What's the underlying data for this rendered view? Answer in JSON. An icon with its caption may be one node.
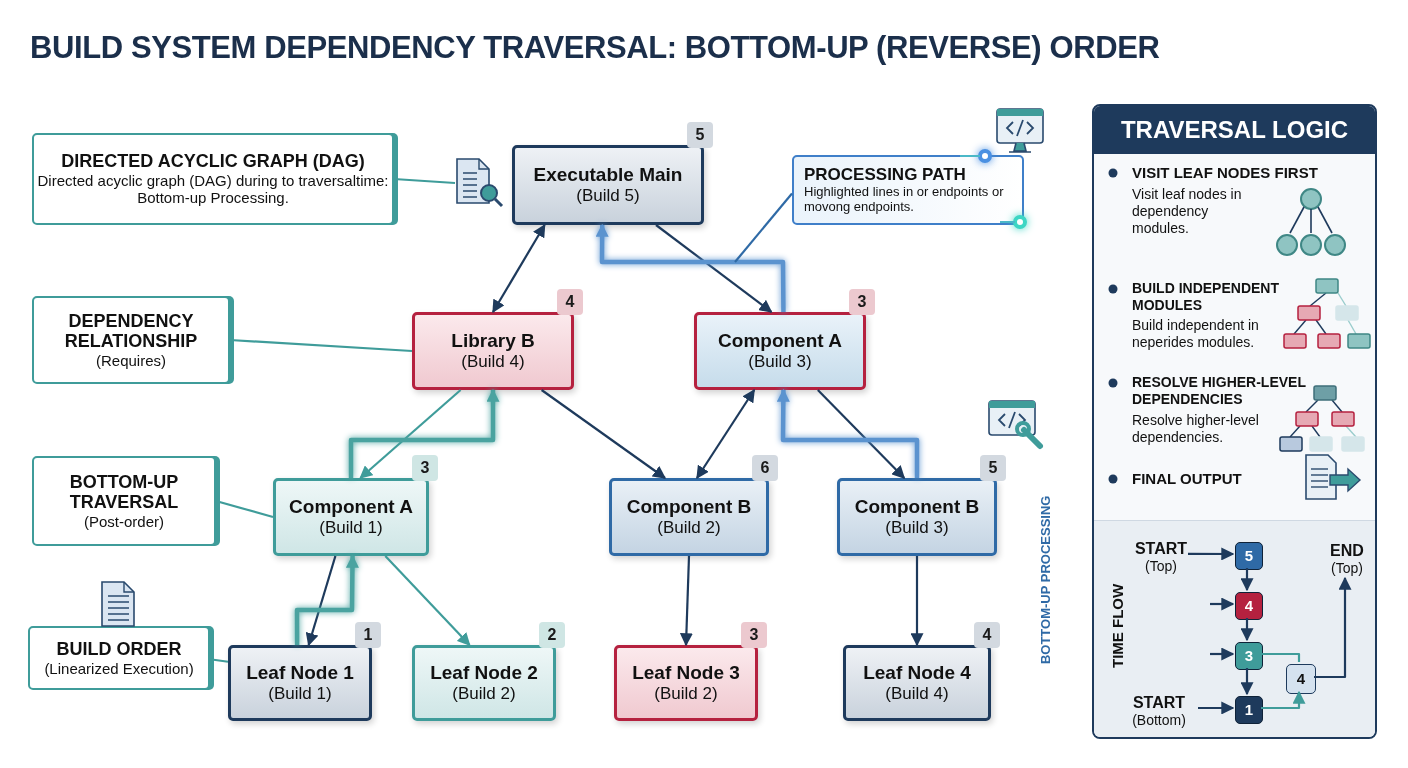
{
  "diagram": {
    "title": "BUILD SYSTEM DEPENDENCY TRAVERSAL: BOTTOM-UP (REVERSE) ORDER",
    "nodes": [
      {
        "text": [
          "DIRECTED ACYCLIC GRAPH (DAG)",
          "Directed acyclic graph (DAG) during to traversaltime: Bottom-up Processing."
        ]
      },
      {
        "text": [
          "DEPENDENCY RELATIONSHIP",
          "(Requires)"
        ]
      },
      {
        "text": [
          "BOTTOM-UP TRAVERSAL",
          "(Post-order)"
        ]
      },
      {
        "text": [
          "BUILD ORDER",
          "(Linearized Execution)"
        ]
      },
      {
        "text": [
          "Executable Main",
          "(Build 5)"
        ],
        "beside": [
          "5"
        ]
      },
      {
        "text": [
          "PROCESSING PATH",
          "Highlighted lines in or endpoints or movong endpoints."
        ]
      },
      {
        "text": [
          "Library B",
          "(Build 4)"
        ],
        "beside": [
          "4"
        ]
      },
      {
        "text": [
          "Component A",
          "(Build 3)"
        ],
        "beside": [
          "3"
        ]
      },
      {
        "text": [
          "Component A",
          "(Build 1)"
        ],
        "beside": [
          "3"
        ]
      },
      {
        "text": [
          "Component B",
          "(Build 2)"
        ],
        "beside": [
          "6"
        ]
      },
      {
        "text": [
          "Component B",
          "(Build 3)"
        ],
        "beside": [
          "5"
        ]
      },
      {
        "text": [
          "Leaf Node 1",
          "(Build 1)"
        ],
        "beside": [
          "1"
        ]
      },
      {
        "text": [
          "Leaf Node 2",
          "(Build 2)"
        ],
        "beside": [
          "2"
        ]
      },
      {
        "text": [
          "Leaf Node 3",
          "(Build 2)"
        ],
        "beside": [
          "3"
        ]
      },
      {
        "text": [
          "Leaf Node 4",
          "(Build 4)"
        ],
        "beside": [
          "4"
        ]
      },
      {
        "text": [
          "TRAVERSAL LOGIC"
        ]
      },
      {
        "text": [
          "START",
          "(Top)"
        ],
        "in": 15
      },
      {
        "text": [
          "5"
        ],
        "in": 15
      },
      {
        "text": [
          "4"
        ],
        "in": 15
      },
      {
        "text": [
          "3"
        ],
        "in": 15
      },
      {
        "text": [
          "1"
        ],
        "in": 15
      },
      {
        "text": [
          "4"
        ],
        "in": 15
      },
      {
        "text": [
          "END",
          "(Top)"
        ],
        "in": 15
      },
      {
        "text": [
          "START",
          "(Bottom)"
        ],
        "in": 15
      },
      {
        "text": [],
        "shape": "picture"
      }
    ],
    "edges": [
      {
        "from": 4,
        "to": 6,
        "arrow": "both"
      },
      {
        "from": 4,
        "to": 7,
        "arrow": "to"
      },
      {
        "from": 7,
        "to": 4,
        "arrow": "to",
        "style": "thick",
        "color": "#5b93cf"
      },
      {
        "from": 6,
        "to": 9,
        "arrow": "to"
      },
      {
        "from": 6,
        "to": 8,
        "arrow": "to",
        "color": "#3f9c9a"
      },
      {
        "from": 8,
        "to": 6,
        "arrow": "to",
        "style": "thick",
        "color": "#4aa3a0"
      },
      {
        "from": 7,
        "to": 9,
        "arrow": "both"
      },
      {
        "from": 7,
        "to": 10,
        "arrow": "to"
      },
      {
        "from": 10,
        "to": 7,
        "arrow": "to",
        "style": "thick",
        "color": "#5b93cf"
      },
      {
        "from": 8,
        "to": 11,
        "arrow": "to"
      },
      {
        "from": 11,
        "to": 8,
        "arrow": "to",
        "style": "thick",
        "color": "#4aa3a0"
      },
      {
        "from": 8,
        "to": 12,
        "arrow": "to",
        "color": "#3f9c9a"
      },
      {
        "from": 9,
        "to": 13,
        "arrow": "to"
      },
      {
        "from": 10,
        "to": 14,
        "arrow": "to"
      },
      {
        "from": 0,
        "to": 24,
        "arrow": "none",
        "color": "#3f9c9a"
      },
      {
        "from": 1,
        "to": 6,
        "arrow": "none",
        "color": "#3f9c9a"
      },
      {
        "from": 2,
        "to": 8,
        "arrow": "none",
        "color": "#3f9c9a"
      },
      {
        "from": 3,
        "to": 11,
        "arrow": "none",
        "color": "#3f9c9a"
      },
      {
        "from": 5,
        "to": null,
        "arrow": "none",
        "color": "#2f6aa6"
      },
      {
        "from": 16,
        "to": 17,
        "arrow": "to"
      },
      {
        "from": 17,
        "to": 18,
        "arrow": "to"
      },
      {
        "from": null,
        "to": 18,
        "arrow": "to"
      },
      {
        "from": 18,
        "to": 19,
        "arrow": "to"
      },
      {
        "from": null,
        "to": 19,
        "arrow": "to"
      },
      {
        "from": 19,
        "to": 20,
        "arrow": "to"
      },
      {
        "from": 23,
        "to": 20,
        "arrow": "to"
      },
      {
        "from": 19,
        "to": 21,
        "arrow": "none",
        "color": "#3f9c9a"
      },
      {
        "from": 20,
        "to": 21,
        "arrow": "to",
        "color": "#3f9c9a"
      },
      {
        "from": 21,
        "to": 22,
        "arrow": "to"
      }
    ],
    "labels": [
      "VISIT LEAF NODES FIRST",
      "Visit leaf nodes in dependency modules.",
      "BUILD INDEPENDENT MODULES",
      "Build independent in neperides modules.",
      "RESOLVE HIGHER-LEVEL DEPENDENCIES",
      "Resolve higher-level dependencies.",
      "FINAL OUTPUT",
      "TIME FLOW",
      "BOTTOM-UP PROCESSING"
    ]
  }
}
